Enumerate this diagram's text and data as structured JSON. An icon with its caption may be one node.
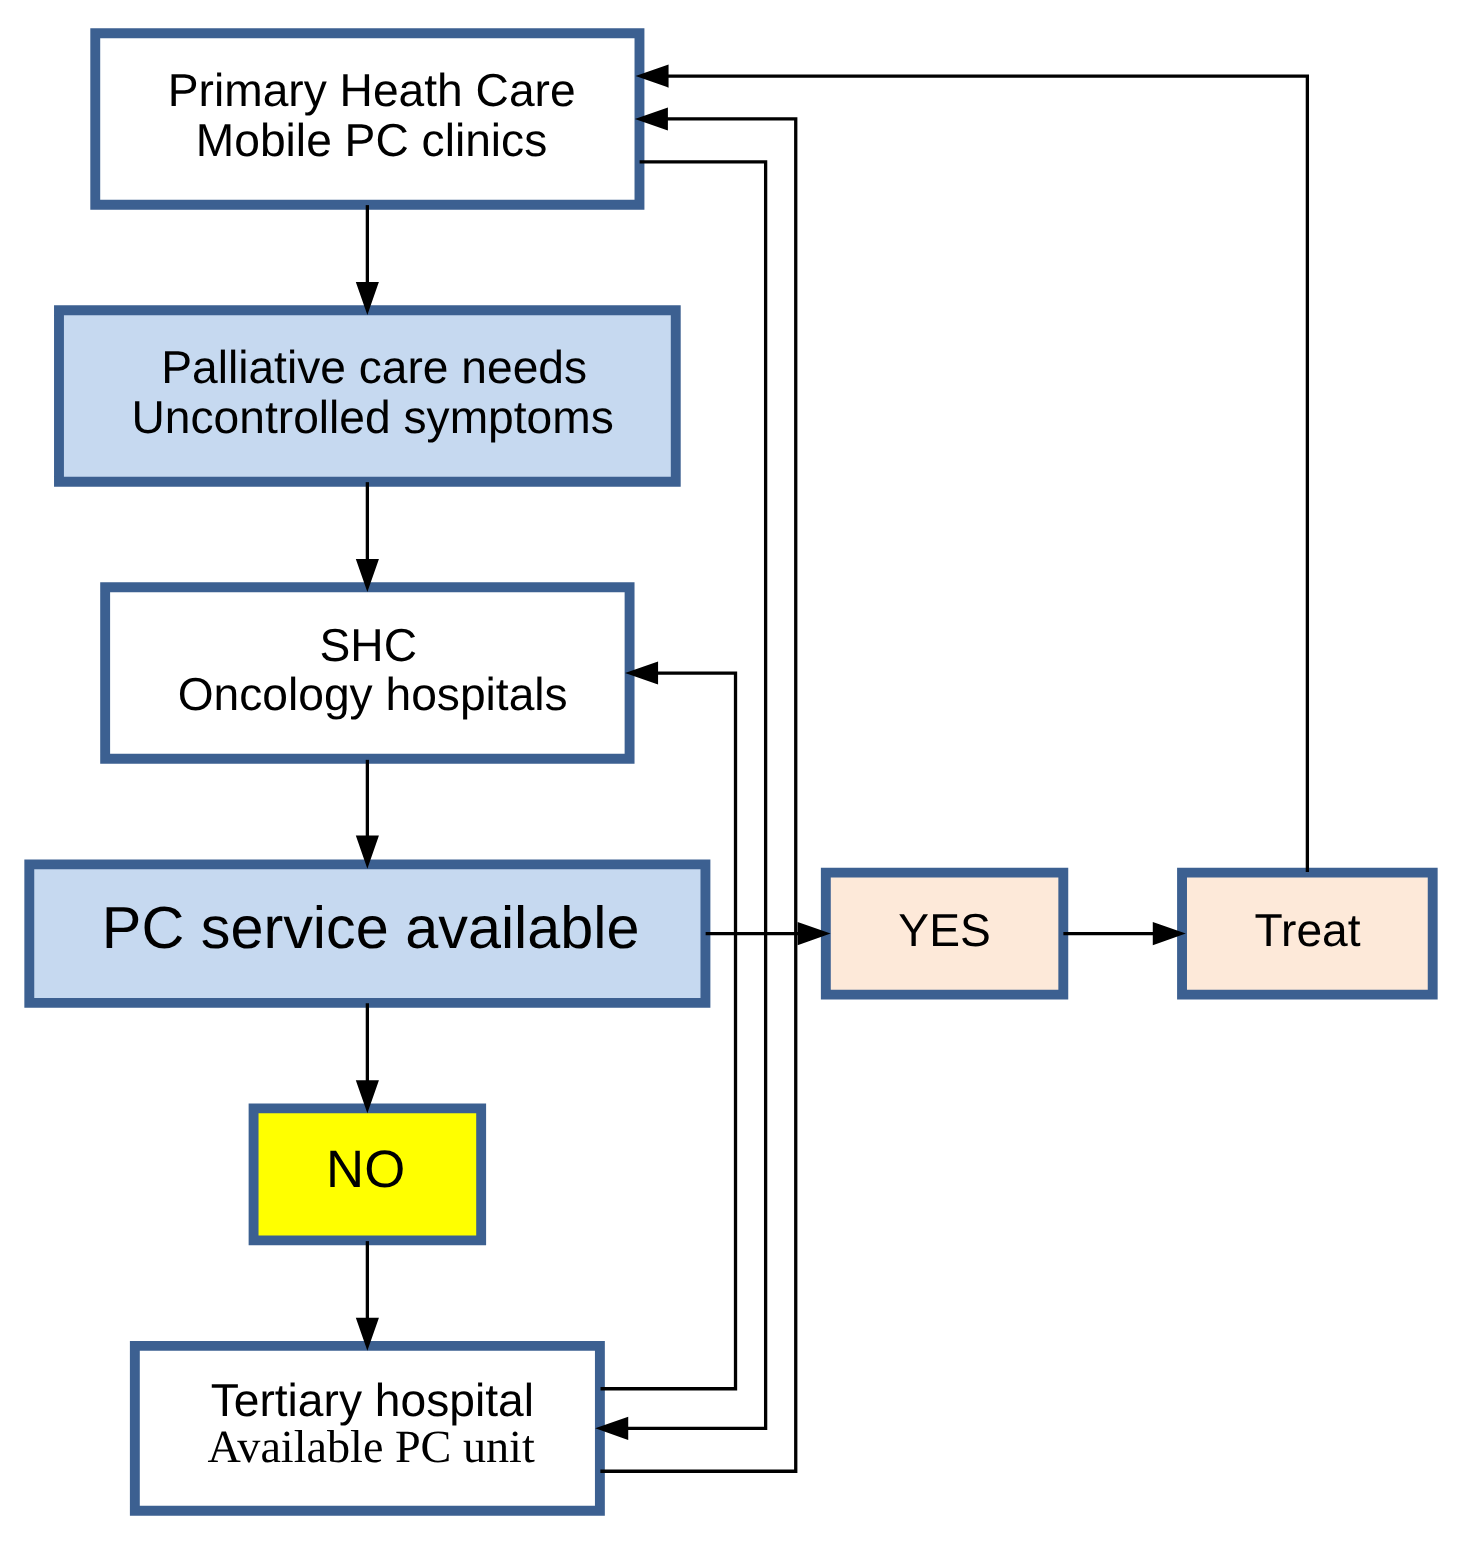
{
  "diagram": {
    "nodes": [
      {
        "text": [
          "Primary Heath Care",
          "Mobile PC clinics"
        ]
      },
      {
        "text": [
          "Palliative care needs",
          "Uncontrolled symptoms"
        ]
      },
      {
        "text": [
          "SHC",
          "Oncology hospitals"
        ]
      },
      {
        "text": [
          "PC service available"
        ]
      },
      {
        "text": [
          "YES"
        ]
      },
      {
        "text": [
          "Treat"
        ]
      },
      {
        "text": [
          "NO"
        ]
      },
      {
        "text": [
          "Tertiary hospital",
          "Available PC unit"
        ]
      }
    ],
    "edges": [
      {
        "from": 0,
        "to": 1,
        "arrow": "to"
      },
      {
        "from": 1,
        "to": 2,
        "arrow": "to"
      },
      {
        "from": 2,
        "to": 3,
        "arrow": "to"
      },
      {
        "from": 3,
        "to": 4,
        "arrow": "to"
      },
      {
        "from": 4,
        "to": 5,
        "arrow": "to"
      },
      {
        "from": 5,
        "to": 0,
        "arrow": "to"
      },
      {
        "from": 3,
        "to": 6,
        "arrow": "to"
      },
      {
        "from": 6,
        "to": 7,
        "arrow": "to"
      },
      {
        "from": 7,
        "to": 2,
        "arrow": "to"
      },
      {
        "from": 7,
        "to": 0,
        "arrow": "to"
      },
      {
        "from": 0,
        "to": 7,
        "arrow": "to"
      }
    ]
  }
}
